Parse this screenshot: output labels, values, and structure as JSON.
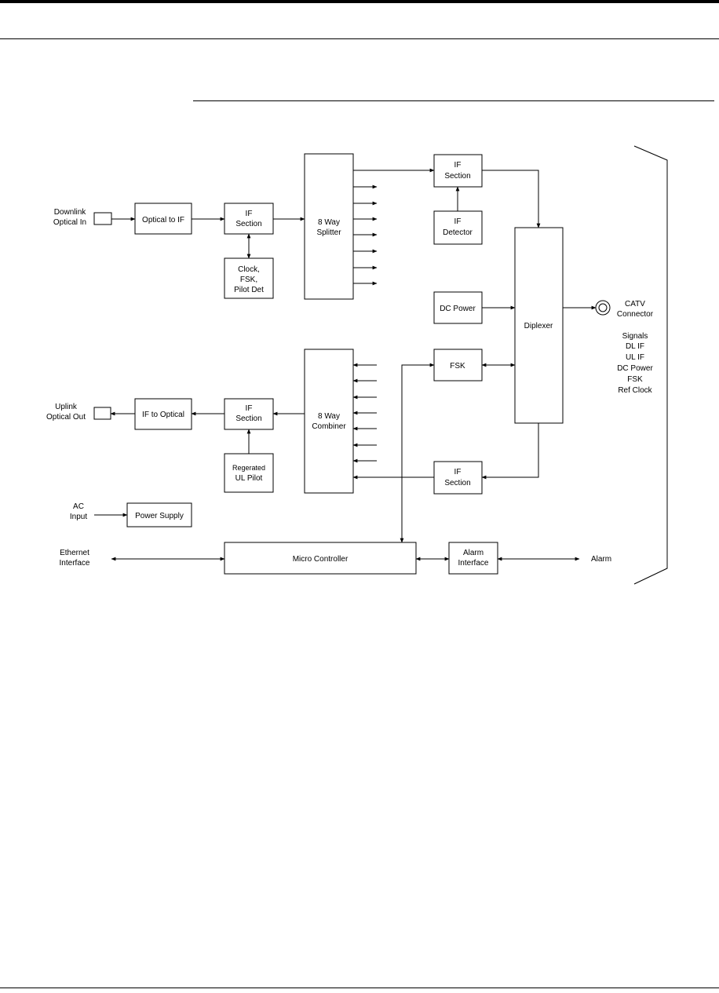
{
  "blocks": {
    "optical_to_if": "Optical to IF",
    "if_section_dl": [
      "IF",
      "Section"
    ],
    "clock_fsk_pilot": [
      "Clock,",
      "FSK,",
      "Pilot Det"
    ],
    "splitter": [
      "8 Way",
      "Splitter"
    ],
    "if_section_top": [
      "IF",
      "Section"
    ],
    "if_detector": [
      "IF",
      "Detector"
    ],
    "dc_power": "DC Power",
    "diplexer": "Diplexer",
    "fsk": "FSK",
    "combiner": [
      "8 Way",
      "Combiner"
    ],
    "if_section_ul": [
      "IF",
      "Section"
    ],
    "if_to_optical": "IF to Optical",
    "regen_pilot": [
      "Regerated",
      "UL Pilot"
    ],
    "if_section_bottom": [
      "IF",
      "Section"
    ],
    "power_supply": "Power Supply",
    "micro_controller": "Micro Controller",
    "alarm_interface": [
      "Alarm",
      "Interface"
    ]
  },
  "labels": {
    "downlink_in": [
      "Downlink",
      "Optical In"
    ],
    "uplink_out": [
      "Uplink",
      "Optical Out"
    ],
    "ac_input": [
      "AC",
      "Input"
    ],
    "ethernet": [
      "Ethernet",
      "Interface"
    ],
    "catv": [
      "CATV",
      "Connector"
    ],
    "signals": [
      "Signals",
      "DL IF",
      "UL IF",
      "DC Power",
      "FSK",
      "Ref Clock"
    ],
    "alarm": "Alarm"
  }
}
